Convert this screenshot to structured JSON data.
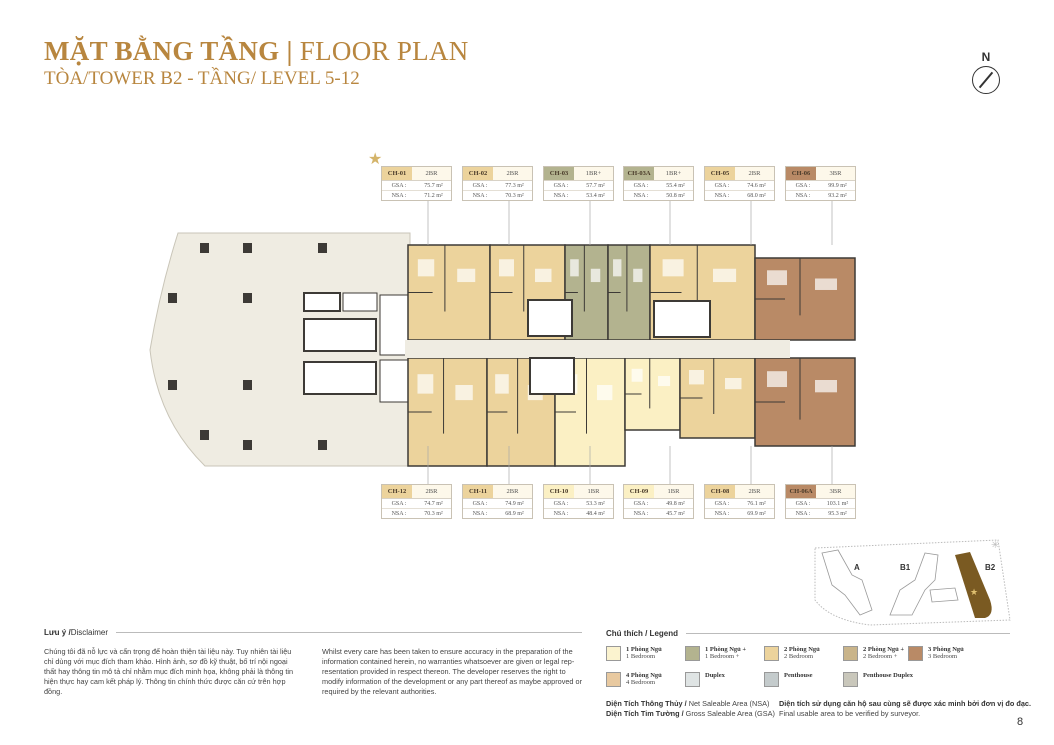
{
  "header": {
    "title_vi": "MẶT BẰNG TẦNG |",
    "title_en": "FLOOR PLAN",
    "subtitle": "TÒA/TOWER B2 - TẦNG/ LEVEL 5-12",
    "north_label": "N"
  },
  "colors": {
    "accent": "#b8863f",
    "1br": "#fbf3cf",
    "1br_plus": "#b3b38f",
    "2br": "#ecd39c",
    "2br_plus": "#c9b48a",
    "3br": "#b98a66",
    "4br": "#e8c9a0",
    "duplex": "#dfe4e4",
    "penthouse": "#c4cbcc",
    "penthouse_duplex": "#c9c7bb"
  },
  "units_top": [
    {
      "code": "CH-01",
      "type": "2BR",
      "gsa": "75.7 m²",
      "nsa": "71.2 m²",
      "color": "#ecd39c",
      "featured": true
    },
    {
      "code": "CH-02",
      "type": "2BR",
      "gsa": "77.3 m²",
      "nsa": "70.3 m²",
      "color": "#ecd39c"
    },
    {
      "code": "CH-03",
      "type": "1BR+",
      "gsa": "57.7 m²",
      "nsa": "53.4 m²",
      "color": "#b3b38f"
    },
    {
      "code": "CH-03A",
      "type": "1BR+",
      "gsa": "55.4 m²",
      "nsa": "50.8 m²",
      "color": "#b3b38f"
    },
    {
      "code": "CH-05",
      "type": "2BR",
      "gsa": "74.6 m²",
      "nsa": "68.0 m²",
      "color": "#ecd39c"
    },
    {
      "code": "CH-06",
      "type": "3BR",
      "gsa": "99.9 m²",
      "nsa": "93.2 m²",
      "color": "#b98a66"
    }
  ],
  "units_bottom": [
    {
      "code": "CH-12",
      "type": "2BR",
      "gsa": "74.7 m²",
      "nsa": "70.3 m²",
      "color": "#ecd39c"
    },
    {
      "code": "CH-11",
      "type": "2BR",
      "gsa": "74.9 m²",
      "nsa": "68.9 m²",
      "color": "#ecd39c"
    },
    {
      "code": "CH-10",
      "type": "1BR",
      "gsa": "53.3 m²",
      "nsa": "48.4 m²",
      "color": "#fbf0c4"
    },
    {
      "code": "CH-09",
      "type": "1BR",
      "gsa": "49.8 m²",
      "nsa": "45.7 m²",
      "color": "#fbf0c4"
    },
    {
      "code": "CH-08",
      "type": "2BR",
      "gsa": "76.1 m²",
      "nsa": "69.9 m²",
      "color": "#ecd39c"
    },
    {
      "code": "CH-06A",
      "type": "3BR",
      "gsa": "103.1 m²",
      "nsa": "95.3 m²",
      "color": "#b98a66"
    }
  ],
  "area_labels": {
    "gsa": "GSA :",
    "nsa": "NSA :"
  },
  "key_plan": {
    "towers": [
      "A",
      "B1",
      "B2"
    ],
    "highlighted": "B2"
  },
  "disclaimer": {
    "heading_vi": "Lưu ý /",
    "heading_en": " Disclaimer",
    "text_vi": "Chúng tôi đã nỗ lực và cẩn trọng để hoàn thiện tài liệu này. Tuy nhiên tài liệu chỉ dùng với mục đích tham khảo. Hình ảnh, sơ đồ kỹ thuật, bố trí nội ngoại thất hay thông tin mô tả chỉ nhằm mục đích minh họa, không phải là thông tin hiện thực hay cam kết pháp lý. Thông tin chính thức được căn cứ trên hợp đồng.",
    "text_en": "Whilst every care has been taken to ensure accuracy in the preparation of the information contained herein, no warranties whatsoever are given or legal rep-resentation provided in respect thereon. The developer reserves the right to modify information of the development or any part thereof as maybe approved or required by the relevant authorities."
  },
  "legend": {
    "heading": "Chú thích / Legend",
    "items": [
      {
        "vi": "1 Phòng Ngủ",
        "en": "1 Bedroom",
        "color": "#fbf3cf"
      },
      {
        "vi": "1 Phòng Ngủ +",
        "en": "1 Bedroom +",
        "color": "#b3b38f"
      },
      {
        "vi": "2 Phòng Ngủ",
        "en": "2 Bedroom",
        "color": "#ecd39c"
      },
      {
        "vi": "2 Phòng Ngủ +",
        "en": "2 Bedroom +",
        "color": "#c9b48a"
      },
      {
        "vi": "3 Phòng Ngủ",
        "en": "3 Bedroom",
        "color": "#b98a66"
      },
      {
        "vi": "4 Phòng Ngủ",
        "en": "4 Bedroom",
        "color": "#e8c9a0"
      },
      {
        "vi": "Duplex",
        "en": "",
        "color": "#dfe4e4"
      },
      {
        "vi": "Penthouse",
        "en": "",
        "color": "#c4cbcc"
      },
      {
        "vi": "Penthouse Duplex",
        "en": "",
        "color": "#c9c7bb"
      }
    ]
  },
  "notes": {
    "nsa_vi": "Diện Tích Thông Thủy /",
    "nsa_en": " Net Saleable Area (NSA)",
    "gsa_vi": "Diện Tích Tim Tường /",
    "gsa_en": " Gross Saleable Area (GSA)",
    "verify_vi": "Diện tích sử dụng căn hộ sau cùng sẽ được xác minh bởi đơn vị đo đạc.",
    "verify_en": "Final usable area to be verified by surveyor."
  },
  "page_number": "8"
}
